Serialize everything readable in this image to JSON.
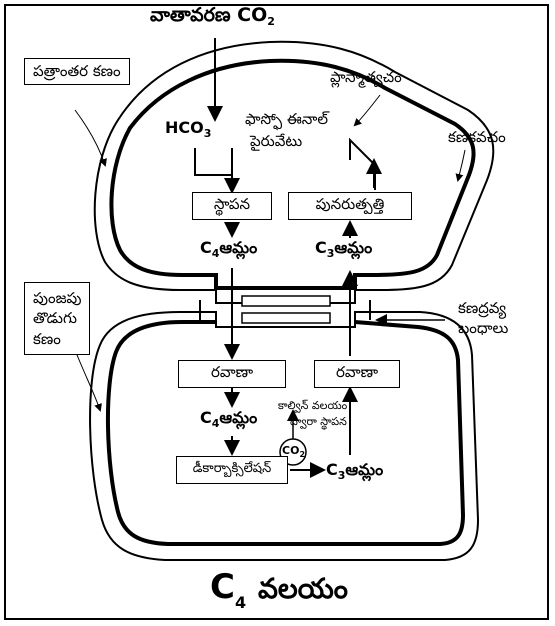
{
  "title": {
    "prefix": "C",
    "sub": "4",
    "text": "వలయం"
  },
  "labels": {
    "atmospheric_co2": "వాతావరణ CO",
    "atmospheric_co2_sub": "2",
    "mesophyll_cell": "పత్రాంతర కణం",
    "plasma_membrane": "ప్లాస్మాత్వచం",
    "cell_wall": "కణకవచం",
    "hco3": "HCO",
    "hco3_sub": "3",
    "pep_line1": "ఫాస్ఫో ఈనాల్",
    "pep_line2": "పైరువేటు",
    "bundle_sheath_l1": "పుంజపు",
    "bundle_sheath_l2": "తొడుగు",
    "bundle_sheath_l3": "కణం",
    "plasmodesmata_l1": "కణద్రవ్య",
    "plasmodesmata_l2": "బంధాలు",
    "calvin_l1": "కాల్విన్ వలయం",
    "calvin_l2": "ద్వారా స్థాపన",
    "co2_circle": "CO",
    "co2_circle_sub": "2"
  },
  "boxes": {
    "fixation": "స్థాపన",
    "regeneration": "పునరుత్పత్తి",
    "transport_left": "రవాణా",
    "transport_right": "రవాణా",
    "decarboxylation": "డీకార్బాక్సిలేషన్"
  },
  "acids": {
    "c4_top": {
      "c": "C",
      "sub": "4",
      "text": "ఆమ్లం"
    },
    "c3_top": {
      "c": "C",
      "sub": "3",
      "text": "ఆమ్లం"
    },
    "c4_bottom": {
      "c": "C",
      "sub": "4",
      "text": "ఆమ్లం"
    },
    "c3_bottom": {
      "c": "C",
      "sub": "3",
      "text": "ఆమ్లం"
    }
  }
}
